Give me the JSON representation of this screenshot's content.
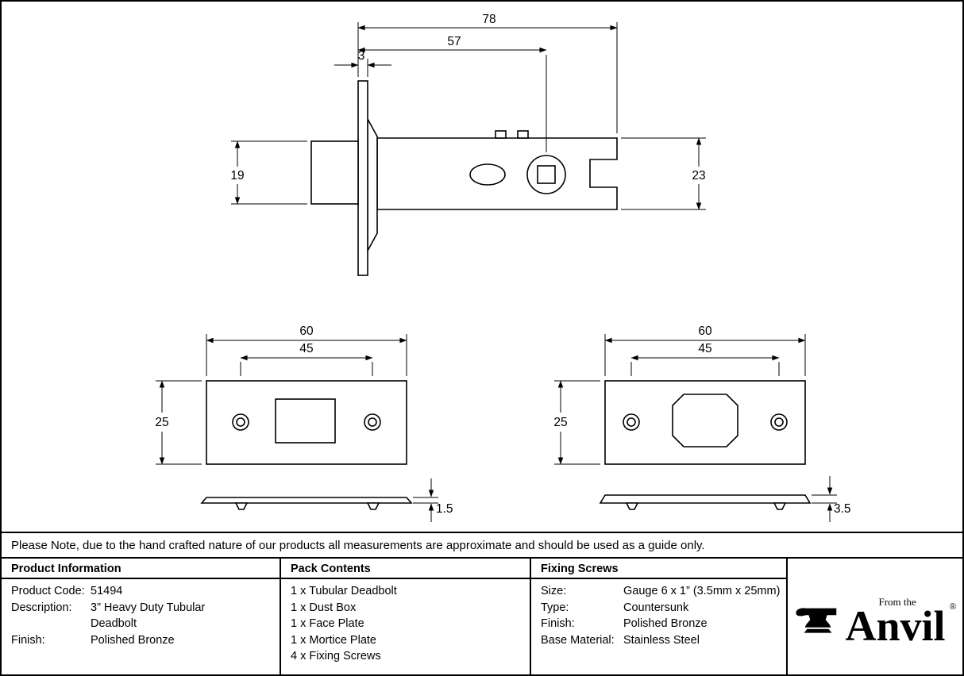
{
  "note": "Please Note, due to the hand crafted nature of our products all measurements are approximate and should be used as a guide only.",
  "drawing": {
    "side_view": {
      "overall_length": "78",
      "backset": "57",
      "faceplate_thickness": "3",
      "bolt_height": "19",
      "case_height": "23"
    },
    "deadbolt_faceplate": {
      "width": "60",
      "fixing_centres": "45",
      "height": "25",
      "thickness": "1.5"
    },
    "mortice_plate": {
      "width": "60",
      "fixing_centres": "45",
      "height": "25",
      "thickness": "3.5"
    }
  },
  "table": {
    "product_information": {
      "header": "Product Information",
      "rows": [
        {
          "label": "Product Code:",
          "value": "51494"
        },
        {
          "label": "Description:",
          "value": "3” Heavy Duty Tubular\nDeadbolt"
        },
        {
          "label": "Finish:",
          "value": "Polished Bronze"
        }
      ]
    },
    "pack_contents": {
      "header": "Pack Contents",
      "items": [
        "1 x Tubular Deadbolt",
        "1 x Dust Box",
        "1 x Face Plate",
        "1 x Mortice Plate",
        "4 x Fixing Screws"
      ]
    },
    "fixing_screws": {
      "header": "Fixing Screws",
      "rows": [
        {
          "label": "Size:",
          "value": "Gauge 6 x 1” (3.5mm x 25mm)"
        },
        {
          "label": "Type:",
          "value": "Countersunk"
        },
        {
          "label": "Finish:",
          "value": "Polished Bronze"
        },
        {
          "label": "Base Material:",
          "value": "Stainless Steel"
        }
      ]
    }
  },
  "brand": {
    "from_the": "From the",
    "name": "Anvil",
    "registered": "®"
  }
}
